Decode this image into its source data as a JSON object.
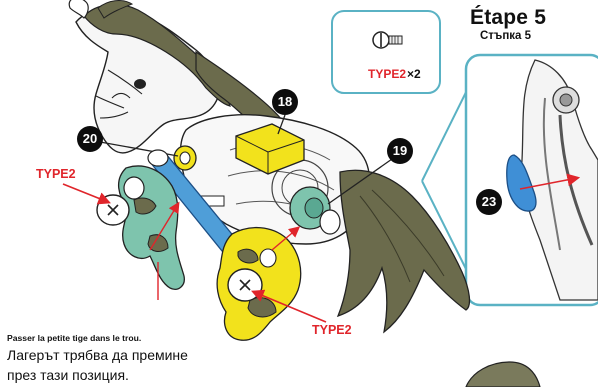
{
  "step": {
    "title": "Étape 5",
    "subtitle": "Стъпка 5"
  },
  "screw_box": {
    "type": "TYPE2",
    "quantity": "×2",
    "icon": "screw-icon"
  },
  "callouts": {
    "c18": "18",
    "c19": "19",
    "c20": "20",
    "c23": "23"
  },
  "type_labels": {
    "left": "TYPE2",
    "bottom": "TYPE2"
  },
  "notes": {
    "french": "Passer la petite tige dans le trou.",
    "bulgarian_line1": "Лагерът трябва да премине",
    "bulgarian_line2": "през тази позиция."
  },
  "colors": {
    "accent_red": "#e0252b",
    "part_yellow": "#f2e21c",
    "part_teal": "#7ec4ad",
    "rod_blue": "#4f9ed8",
    "mane_olive": "#6b6b4c",
    "box_outline": "#5ab2c4"
  }
}
